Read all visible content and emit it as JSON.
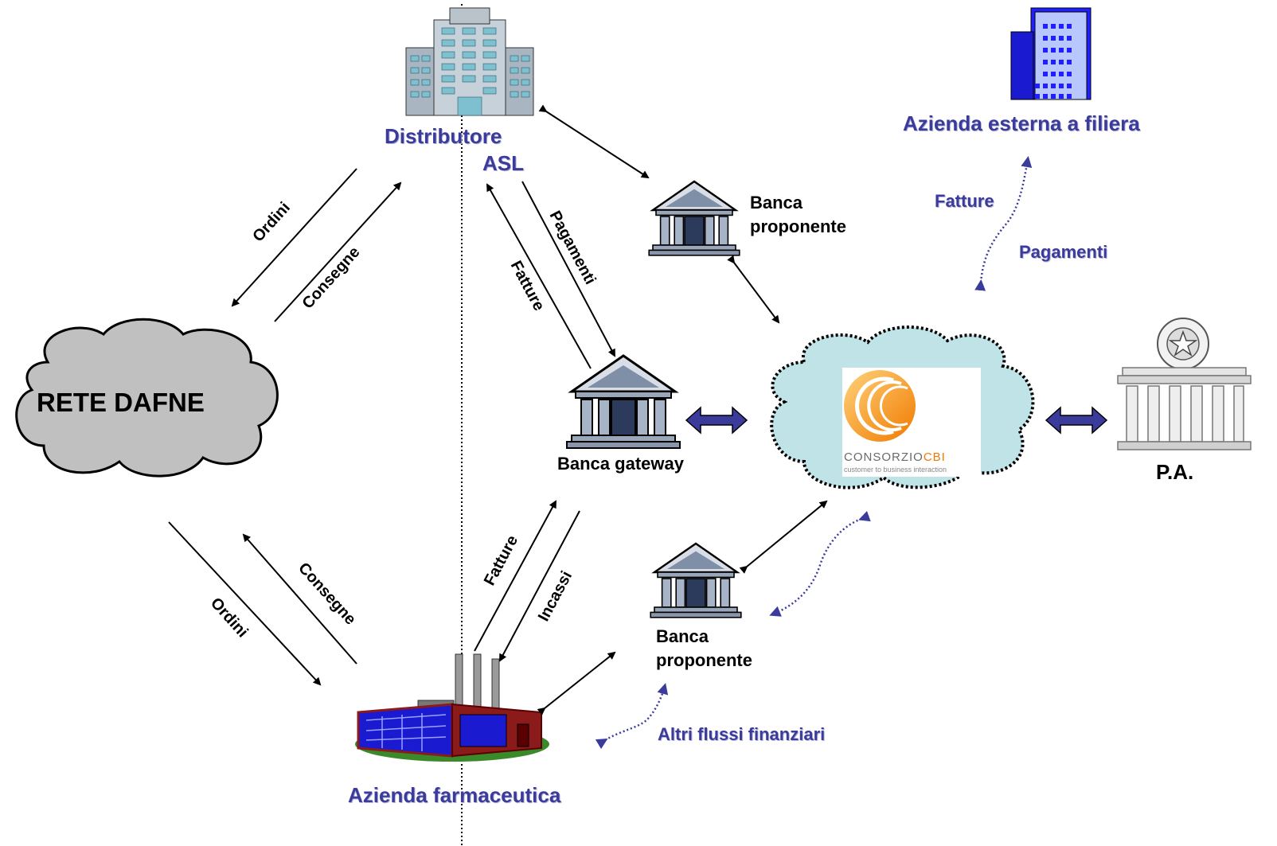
{
  "nodes": {
    "distributore_line1": "Distributore",
    "distributore_line2": "ASL",
    "azienda_esterna": "Azienda esterna a filiera",
    "banca_proponente_top_line1": "Banca",
    "banca_proponente_top_line2": "proponente",
    "rete_dafne": "RETE DAFNE",
    "banca_gateway": "Banca gateway",
    "consorzio_logo_text": "CONSORZIO",
    "consorzio_logo_text_accent": "CBI",
    "consorzio_tagline": "customer to business interaction",
    "pa": "P.A.",
    "banca_proponente_bottom_line1": "Banca",
    "banca_proponente_bottom_line2": "proponente",
    "azienda_farmaceutica": "Azienda farmaceutica"
  },
  "flows": {
    "ordini_top": "Ordini",
    "consegne_top": "Consegne",
    "pagamenti_asl": "Pagamenti",
    "fatture_asl": "Fatture",
    "fatture_esterna": "Fatture",
    "pagamenti_esterna": "Pagamenti",
    "consegne_bottom": "Consegne",
    "ordini_bottom": "Ordini",
    "fatture_farma": "Fatture",
    "incassi_farma": "Incassi",
    "altri_flussi": "Altri flussi finanziari"
  },
  "colors": {
    "label_blue": "#3b3b9c",
    "arrow_blue": "#3b3b9c",
    "cloud_gray": "#c0c0c0",
    "cloud_cyan": "#bfe3e6",
    "building_blue": "#0000ff"
  },
  "icons": [
    "office-building-icon",
    "skyscraper-icon",
    "bank-icon",
    "cloud-icon",
    "factory-icon",
    "government-building-icon",
    "consorzio-cbi-logo"
  ]
}
